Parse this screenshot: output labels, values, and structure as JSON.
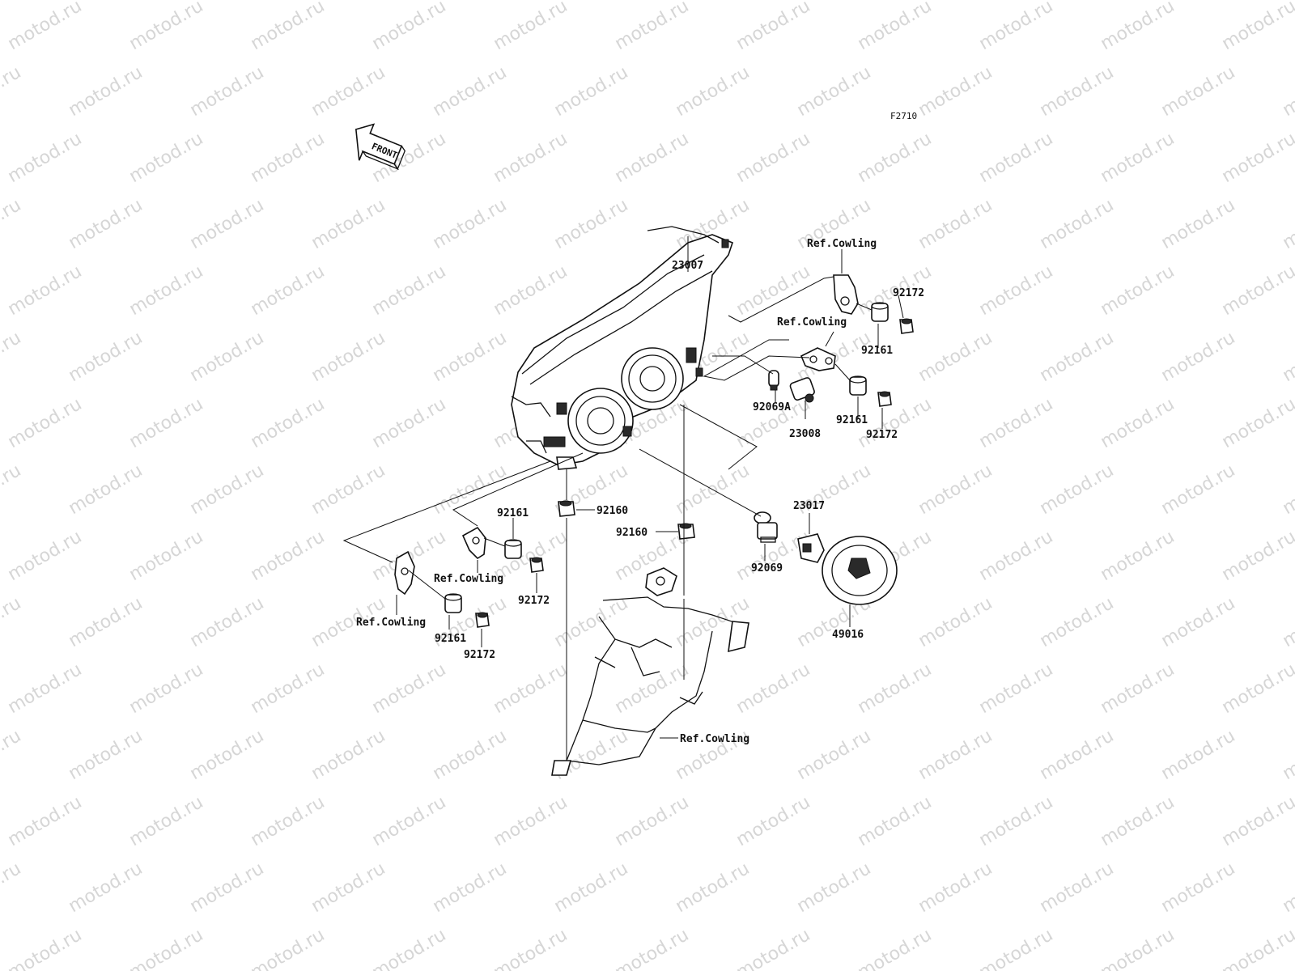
{
  "watermark": "motod.ru",
  "diagram_code": "F2710",
  "front_label": "FRONT",
  "callouts": [
    {
      "id": "ref-cowling-top",
      "text": "Ref.Cowling"
    },
    {
      "id": "23007",
      "text": "23007"
    },
    {
      "id": "92172-a",
      "text": "92172"
    },
    {
      "id": "ref-cowling-mid",
      "text": "Ref.Cowling"
    },
    {
      "id": "92161-a",
      "text": "92161"
    },
    {
      "id": "92069a",
      "text": "92069A"
    },
    {
      "id": "92161-b",
      "text": "92161"
    },
    {
      "id": "23008",
      "text": "23008"
    },
    {
      "id": "92172-b",
      "text": "92172"
    },
    {
      "id": "23017",
      "text": "23017"
    },
    {
      "id": "92161-c",
      "text": "92161"
    },
    {
      "id": "92160-a",
      "text": "92160"
    },
    {
      "id": "92160-b",
      "text": "92160"
    },
    {
      "id": "92069",
      "text": "92069"
    },
    {
      "id": "ref-cowling-left-mid",
      "text": "Ref.Cowling"
    },
    {
      "id": "92172-c",
      "text": "92172"
    },
    {
      "id": "49016",
      "text": "49016"
    },
    {
      "id": "ref-cowling-left",
      "text": "Ref.Cowling"
    },
    {
      "id": "92161-d",
      "text": "92161"
    },
    {
      "id": "92172-d",
      "text": "92172"
    },
    {
      "id": "ref-cowling-bottom",
      "text": "Ref.Cowling"
    }
  ]
}
